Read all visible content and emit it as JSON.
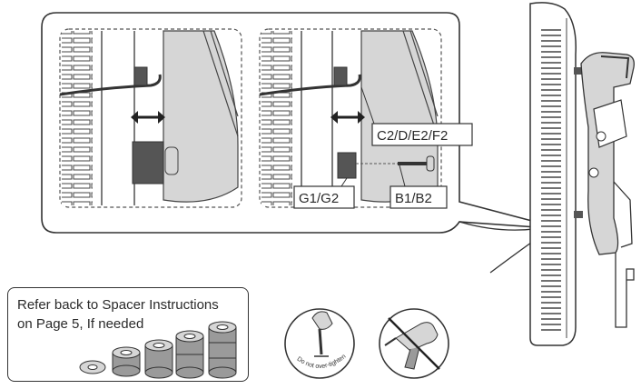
{
  "callouts": {
    "left_panel": {},
    "right_panel": {
      "connector_label": "C2/D/E2/F2",
      "spacer_label": "G1/G2",
      "bolt_label": "B1/B2"
    }
  },
  "note": {
    "line1": "Refer back to Spacer Instructions",
    "line2": "on Page 5, If needed"
  },
  "warning_icons": {
    "screwdriver_caption": "Do not over-tighten",
    "drill_icon": "no-power-drill-icon"
  },
  "colors": {
    "line": "#333333",
    "fill_dark": "#555555",
    "fill_mid": "#9a9a9a",
    "fill_light": "#d6d6d6"
  }
}
